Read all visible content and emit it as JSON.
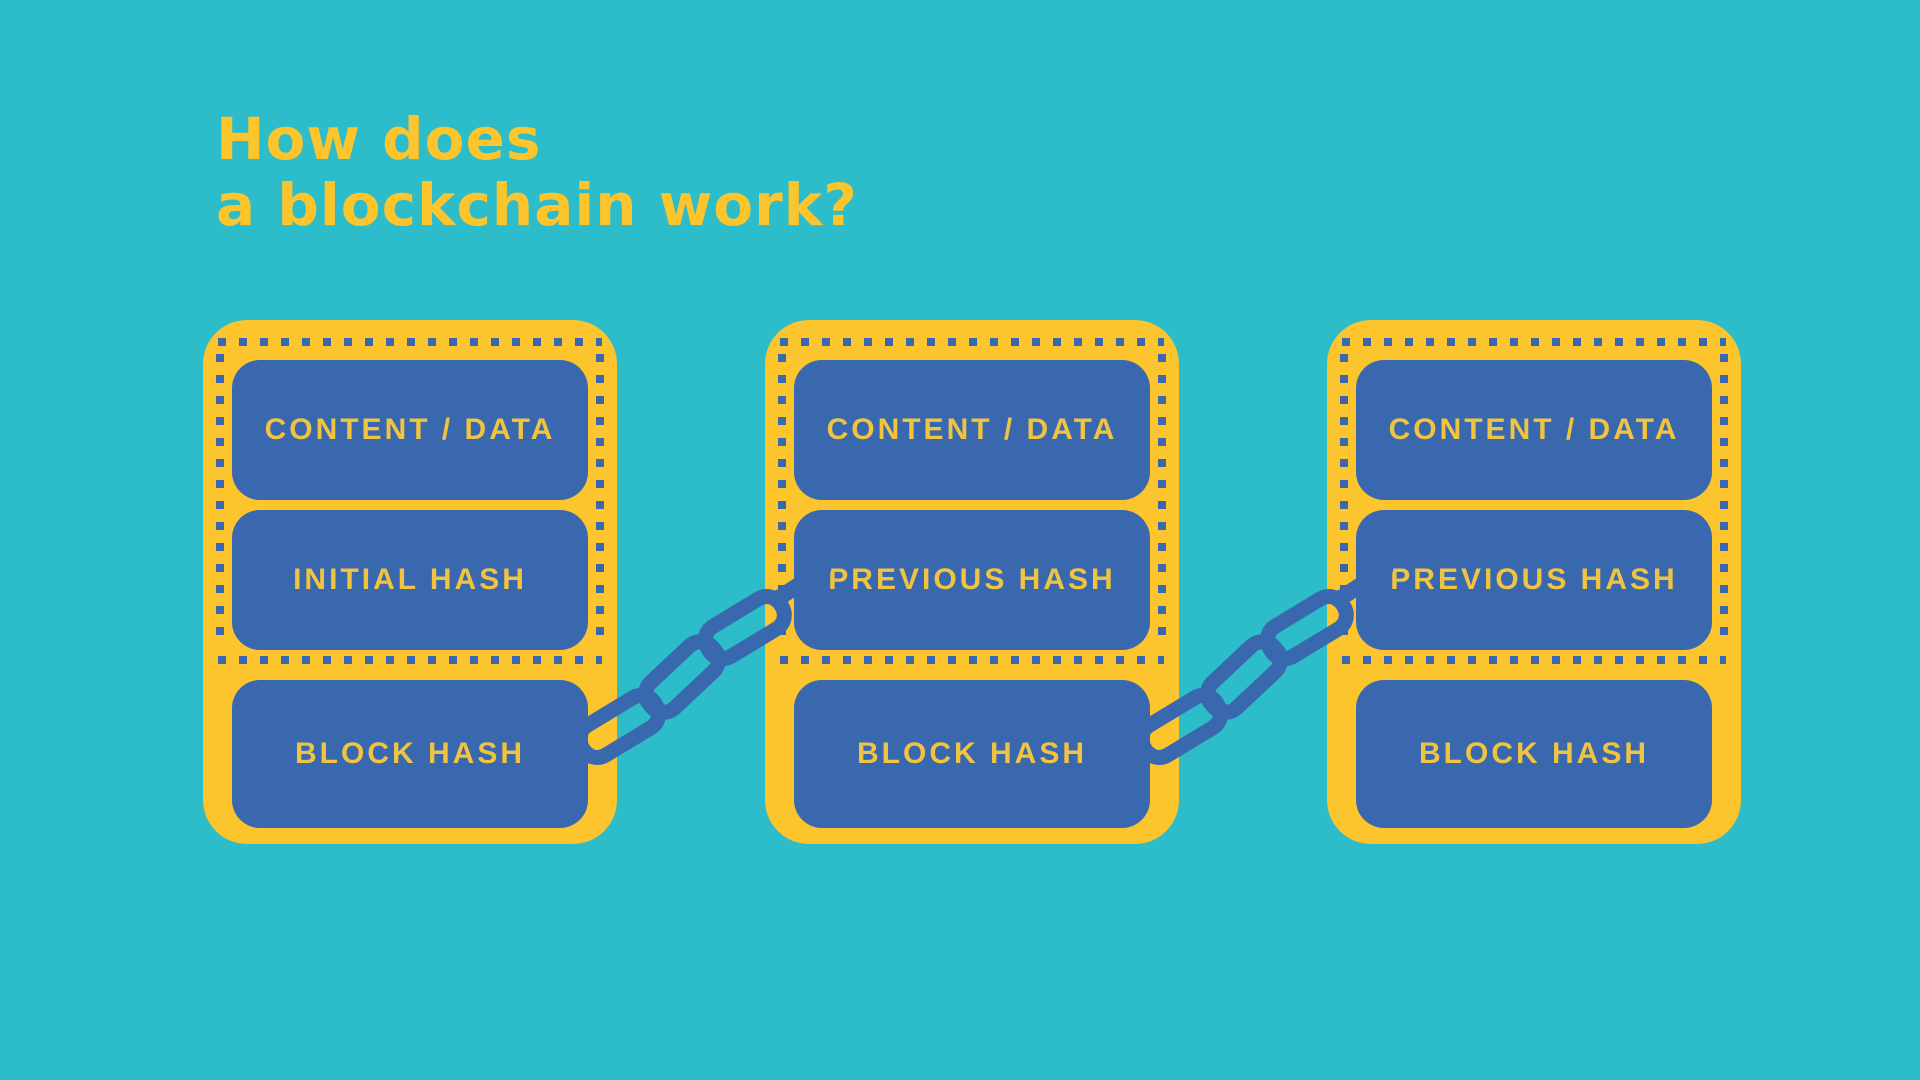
{
  "title": {
    "line1": "How does",
    "line2": "a blockchain work?"
  },
  "colors": {
    "background": "#2dbcc9",
    "block_fill": "#fcc42d",
    "box_fill": "#3a68ae",
    "label_text": "#f0c440",
    "title_text": "#fcc42d",
    "dotted_border": "#3a68ae",
    "chain": "#3a68ae"
  },
  "blocks": [
    {
      "name": "block-1",
      "rows": [
        {
          "label": "CONTENT / DATA"
        },
        {
          "label": "INITIAL HASH"
        },
        {
          "label": "BLOCK HASH"
        }
      ]
    },
    {
      "name": "block-2",
      "rows": [
        {
          "label": "CONTENT / DATA"
        },
        {
          "label": "PREVIOUS HASH"
        },
        {
          "label": "BLOCK HASH"
        }
      ]
    },
    {
      "name": "block-3",
      "rows": [
        {
          "label": "CONTENT / DATA"
        },
        {
          "label": "PREVIOUS HASH"
        },
        {
          "label": "BLOCK HASH"
        }
      ]
    }
  ],
  "chains": [
    {
      "name": "chain-link-1"
    },
    {
      "name": "chain-link-2"
    }
  ]
}
